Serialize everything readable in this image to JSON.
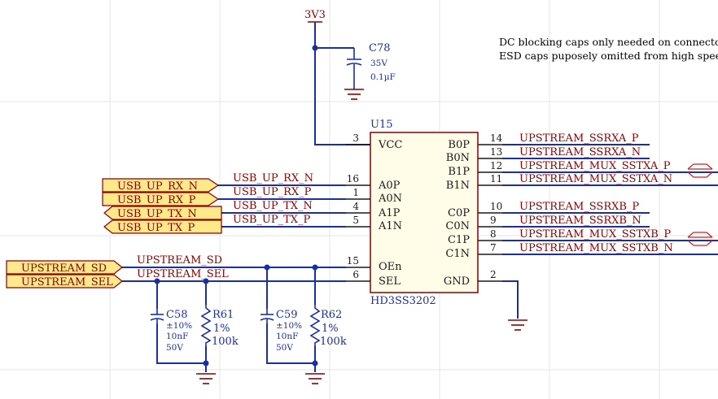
{
  "power_net": "3V3",
  "notes": [
    "DC blocking caps only needed on connector",
    "ESD caps puposely omitted from high speed"
  ],
  "ic": {
    "designator": "U15",
    "part": "HD3SS3202",
    "pins": {
      "vcc": {
        "label": "VCC",
        "num": "3"
      },
      "a0p": {
        "label": "A0P",
        "num": "16"
      },
      "a0n": {
        "label": "A0N",
        "num": "1"
      },
      "a1p": {
        "label": "A1P",
        "num": "4"
      },
      "a1n": {
        "label": "A1N",
        "num": "5"
      },
      "oen": {
        "label": "OEn",
        "num": "15"
      },
      "sel": {
        "label": "SEL",
        "num": "6"
      },
      "b0p": {
        "label": "B0P",
        "num": "14"
      },
      "b0n": {
        "label": "B0N",
        "num": "13"
      },
      "b1p": {
        "label": "B1P",
        "num": "12"
      },
      "b1n": {
        "label": "B1N",
        "num": "11"
      },
      "c0p": {
        "label": "C0P",
        "num": "10"
      },
      "c0n": {
        "label": "C0N",
        "num": "9"
      },
      "c1p": {
        "label": "C1P",
        "num": "8"
      },
      "c1n": {
        "label": "C1N",
        "num": "7"
      },
      "gnd": {
        "label": "GND",
        "num": "2"
      }
    }
  },
  "nets": {
    "usb_up_rx_n": "USB_UP_RX_N",
    "usb_up_rx_p": "USB_UP_RX_P",
    "usb_up_tx_n": "USB_UP_TX_N",
    "usb_up_tx_p": "USB_UP_TX_P",
    "upstream_sd": "UPSTREAM_SD",
    "upstream_sel": "UPSTREAM_SEL",
    "ssrxa_p": "UPSTREAM_SSRXA_P",
    "ssrxa_n": "UPSTREAM_SSRXA_N",
    "mux_sstxa_p": "UPSTREAM_MUX_SSTXA_P",
    "mux_sstxa_n": "UPSTREAM_MUX_SSTXA_N",
    "ssrxb_p": "UPSTREAM_SSRXB_P",
    "ssrxb_n": "UPSTREAM_SSRXB_N",
    "mux_sstxb_p": "UPSTREAM_MUX_SSTXB_P",
    "mux_sstxb_n": "UPSTREAM_MUX_SSTXB_N"
  },
  "ports": {
    "usb_up_rx_n": "USB_UP_RX_N",
    "usb_up_rx_p": "USB_UP_RX_P",
    "usb_up_tx_n": "USB_UP_TX_N",
    "usb_up_tx_p": "USB_UP_TX_P",
    "upstream_sd": "UPSTREAM_SD",
    "upstream_sel": "UPSTREAM_SEL"
  },
  "components": {
    "c78": {
      "designator": "C78",
      "voltage": "35V",
      "value": "0.1µF"
    },
    "c58": {
      "designator": "C58",
      "tolerance": "±10%",
      "value": "10nF",
      "voltage": "50V"
    },
    "r61": {
      "designator": "R61",
      "tolerance": "1%",
      "value": "100k"
    },
    "c59": {
      "designator": "C59",
      "tolerance": "±10%",
      "value": "10nF",
      "voltage": "50V"
    },
    "r62": {
      "designator": "R62",
      "tolerance": "1%",
      "value": "100k"
    }
  }
}
